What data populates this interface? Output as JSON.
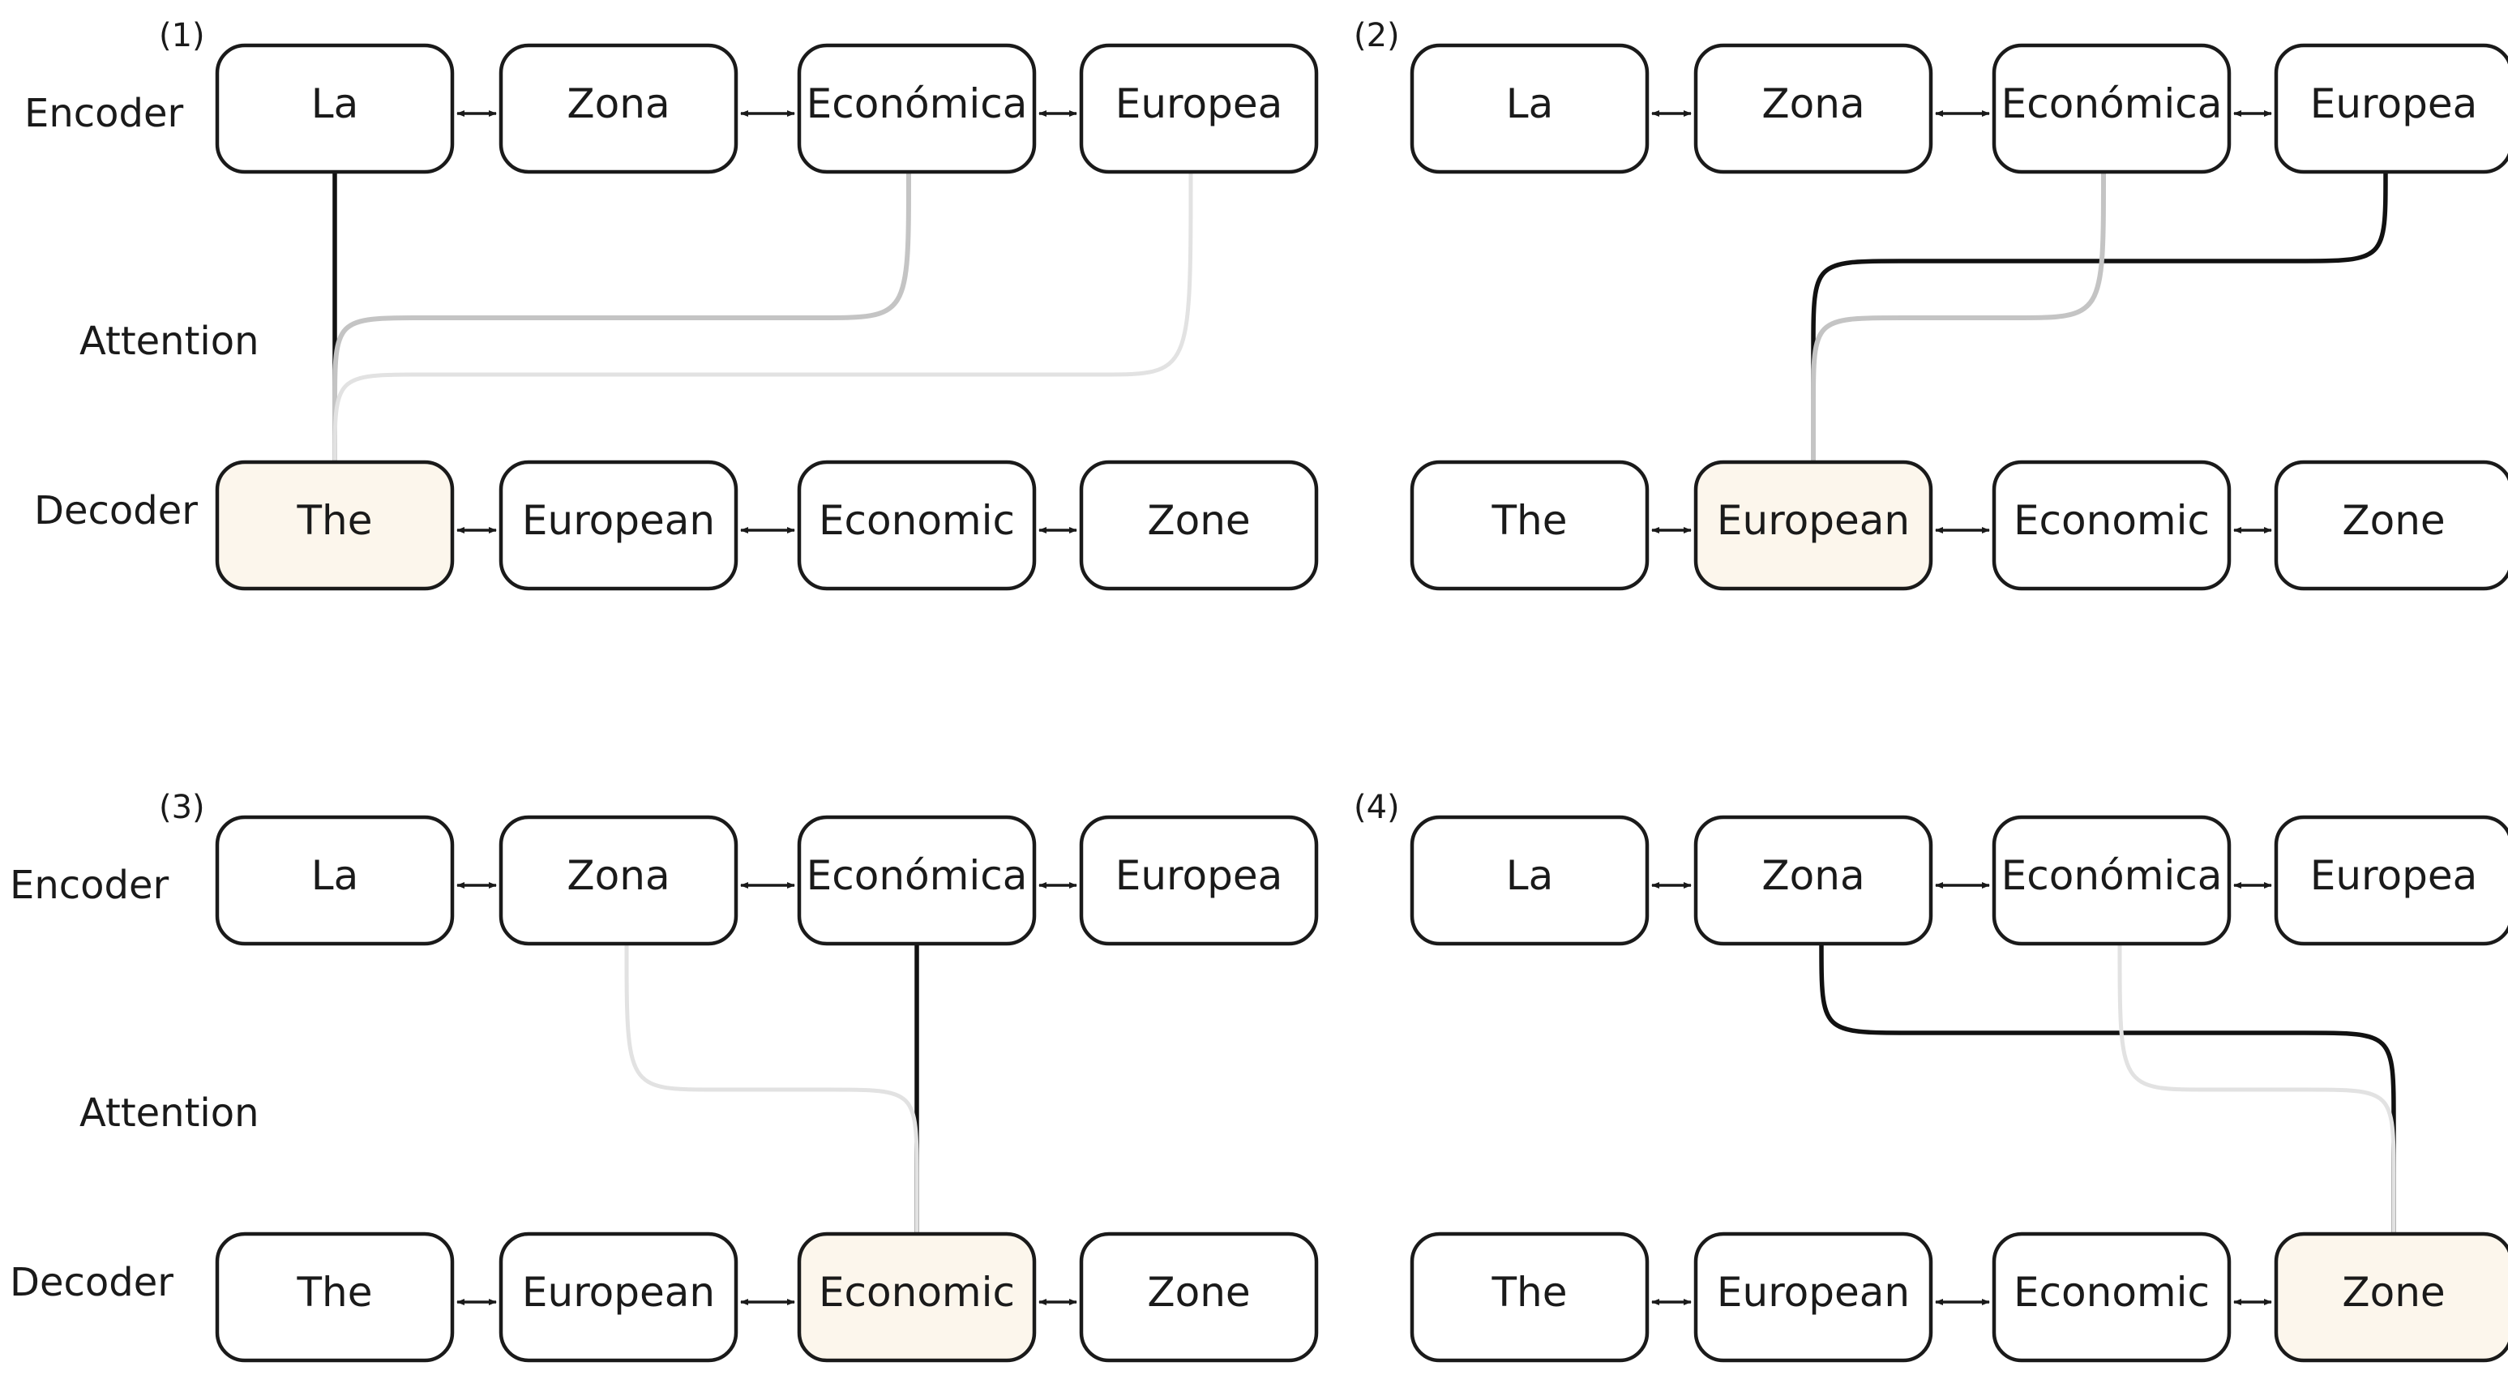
{
  "row_labels": {
    "encoder": "Encoder",
    "attention": "Attention",
    "decoder": "Decoder"
  },
  "colors": {
    "box_stroke": "#1a1a1a",
    "highlight_fill": "#fcf6ec",
    "attention_strong": "#111111",
    "attention_medium": "#c4c4c4",
    "attention_weak": "#e2e2e2"
  },
  "panels": [
    {
      "label": "(1)",
      "show_encoder_label": true,
      "show_attention_label": true,
      "show_decoder_label": true,
      "encoder_tokens": [
        "La",
        "Zona",
        "Económica",
        "Europea"
      ],
      "decoder_tokens": [
        "The",
        "European",
        "Economic",
        "Zone"
      ],
      "highlighted_decoder": 0,
      "attention": [
        {
          "from_encoder": 0,
          "strength": "strong"
        },
        {
          "from_encoder": 2,
          "strength": "medium"
        },
        {
          "from_encoder": 3,
          "strength": "weak"
        }
      ]
    },
    {
      "label": "(2)",
      "show_encoder_label": false,
      "show_attention_label": false,
      "show_decoder_label": false,
      "encoder_tokens": [
        "La",
        "Zona",
        "Económica",
        "Europea"
      ],
      "decoder_tokens": [
        "The",
        "European",
        "Economic",
        "Zone"
      ],
      "highlighted_decoder": 1,
      "attention": [
        {
          "from_encoder": 3,
          "strength": "strong"
        },
        {
          "from_encoder": 2,
          "strength": "medium"
        }
      ]
    },
    {
      "label": "(3)",
      "show_encoder_label": true,
      "show_attention_label": true,
      "show_decoder_label": true,
      "encoder_tokens": [
        "La",
        "Zona",
        "Económica",
        "Europea"
      ],
      "decoder_tokens": [
        "The",
        "European",
        "Economic",
        "Zone"
      ],
      "highlighted_decoder": 2,
      "attention": [
        {
          "from_encoder": 2,
          "strength": "strong"
        },
        {
          "from_encoder": 1,
          "strength": "weak"
        }
      ]
    },
    {
      "label": "(4)",
      "show_encoder_label": false,
      "show_attention_label": false,
      "show_decoder_label": false,
      "encoder_tokens": [
        "La",
        "Zona",
        "Económica",
        "Europea"
      ],
      "decoder_tokens": [
        "The",
        "European",
        "Economic",
        "Zone"
      ],
      "highlighted_decoder": 3,
      "attention": [
        {
          "from_encoder": 1,
          "strength": "strong"
        },
        {
          "from_encoder": 2,
          "strength": "weak"
        }
      ]
    }
  ]
}
